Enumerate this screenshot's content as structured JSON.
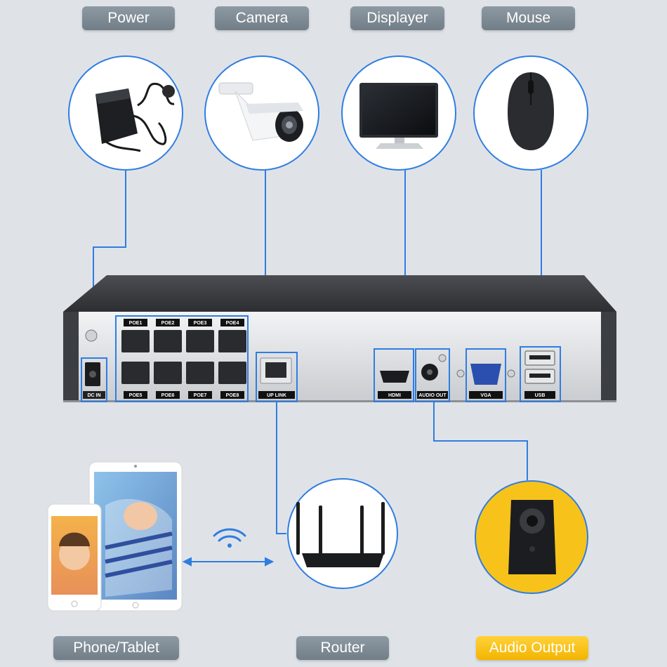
{
  "devices_top": [
    {
      "name": "Power"
    },
    {
      "name": "Camera"
    },
    {
      "name": "Displayer"
    },
    {
      "name": "Mouse"
    }
  ],
  "devices_bottom": [
    {
      "name": "Phone/Tablet"
    },
    {
      "name": "Router"
    },
    {
      "name": "Audio Output"
    }
  ],
  "nvr_ports": {
    "poe": [
      "POE1",
      "POE2",
      "POE3",
      "POE4",
      "POE5",
      "POE6",
      "POE7",
      "POE8"
    ],
    "dc_in": "DC IN",
    "uplink": "UP LINK",
    "hdmi": "HDMI",
    "audio_out": "AUDIO OUT",
    "vga": "VGA",
    "usb": "USB"
  },
  "colors": {
    "background": "#dfe3e8",
    "connector_line": "#2f7de1",
    "label_gray": "#7f8b94",
    "label_accent": "#f7c31a",
    "circle_fill": "#ffffff",
    "audio_circle_fill": "#f7c31a"
  }
}
